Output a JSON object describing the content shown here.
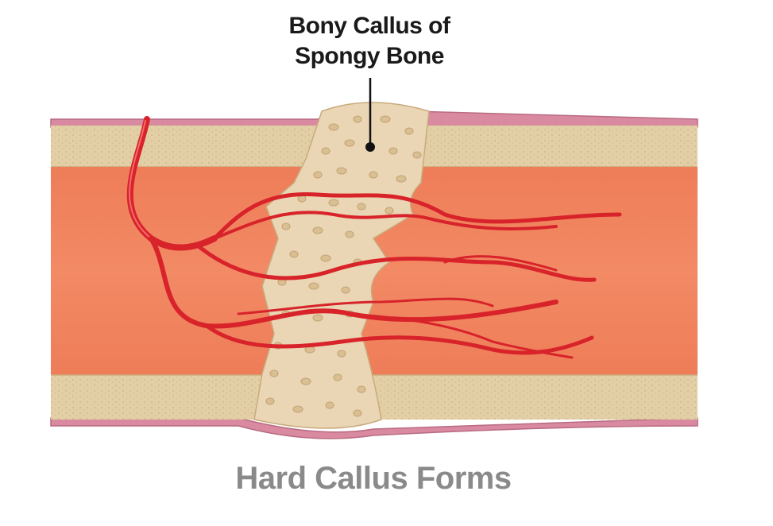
{
  "callout": {
    "line1": "Bony Callus of",
    "line2": "Spongy Bone"
  },
  "title": "Hard Callus Forms",
  "colors": {
    "marrow": "#f0845f",
    "cortical_bone": "#e3cfa6",
    "spongy_bone": "#ead5b4",
    "periosteum": "#d98aa0",
    "blood_vessel": "#d8232a",
    "title_text": "#8a8a8a"
  }
}
